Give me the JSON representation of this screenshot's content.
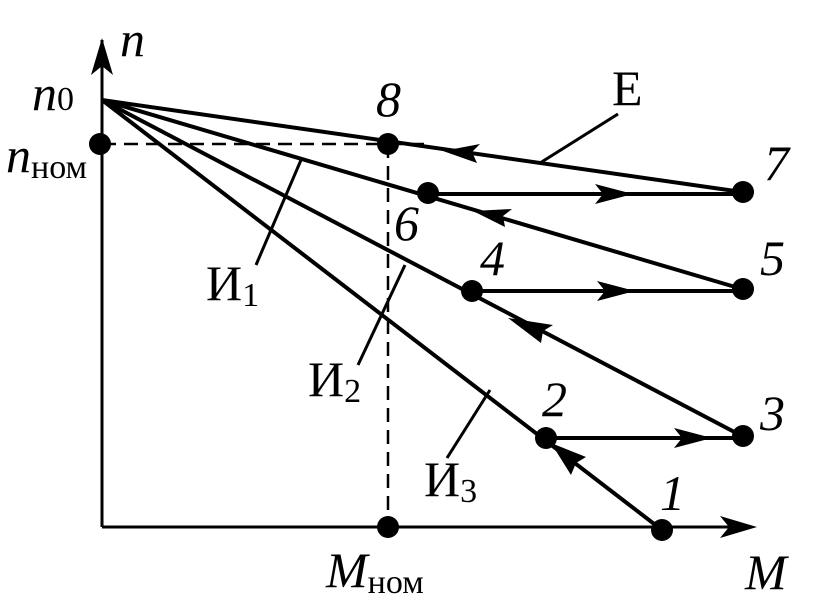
{
  "diagram": {
    "colors": {
      "ink": "#000000",
      "background": "#ffffff"
    },
    "axes": {
      "y_label": "n",
      "x_label": "M"
    },
    "labels": {
      "n0_main": "n",
      "n0_sub": "0",
      "nnom_main": "n",
      "nnom_sub": "ном",
      "mnom_main": "M",
      "mnom_sub": "ном",
      "e": "E",
      "i1_main": "И",
      "i1_sub": "1",
      "i2_main": "И",
      "i2_sub": "2",
      "i3_main": "И",
      "i3_sub": "3"
    },
    "points": [
      "1",
      "2",
      "3",
      "4",
      "5",
      "6",
      "7",
      "8"
    ]
  }
}
